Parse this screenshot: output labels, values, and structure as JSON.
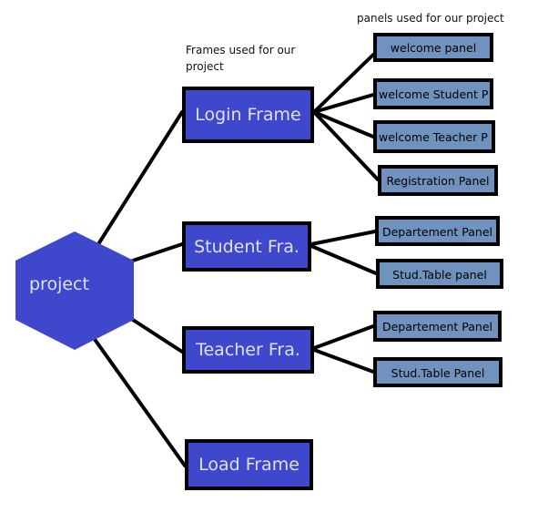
{
  "captions": {
    "panels_used": "panels used for our project",
    "frames_used": "Frames used for our project"
  },
  "root": {
    "label": "project"
  },
  "frames": {
    "login": "Login Frame",
    "student": "Student Fra.",
    "teacher": "Teacher Fra.",
    "load": "Load Frame"
  },
  "panels": {
    "welcome": "welcome panel",
    "welcome_student": "welcome Student P",
    "welcome_teacher": "welcome Teacher P",
    "registration": "Registration Panel",
    "departement_1": "Departement Panel",
    "stud_table_1": "Stud.Table panel",
    "departement_2": "Departement Panel",
    "stud_table_2": "Stud.Table Panel"
  },
  "colors": {
    "frame_fill": "#3f48cc",
    "panel_fill": "#7092be",
    "label_text": "#dde1ff",
    "outline": "#000000"
  }
}
